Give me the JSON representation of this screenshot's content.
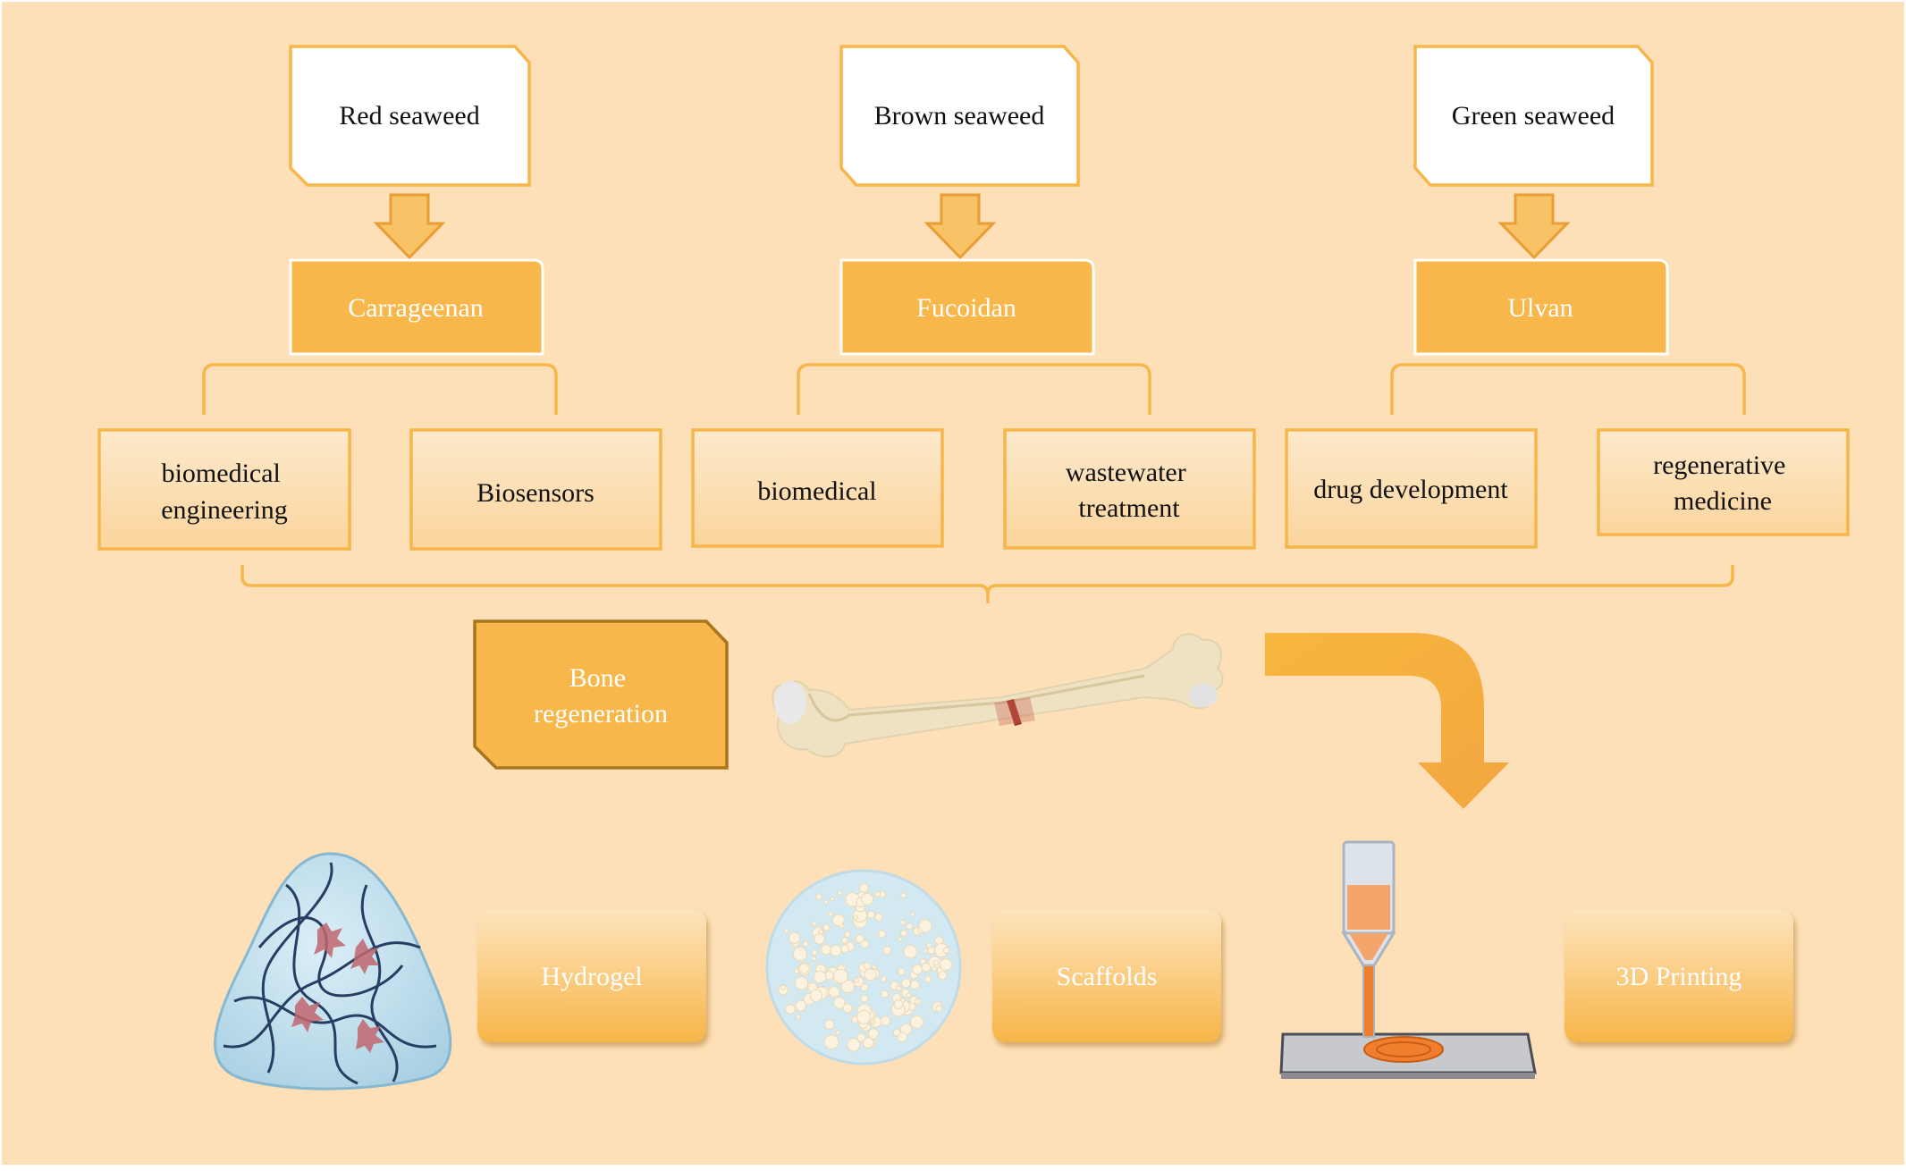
{
  "colors": {
    "background": "#fde0b8",
    "border": "#f6b64a",
    "box_fill": "#fce0b4",
    "box_grad_top": "#fde4bd",
    "box_grad_bottom": "#f8c466",
    "polysaccharide_fill": "#f8b74a",
    "white": "#ffffff",
    "text_dark": "#111111",
    "text_light": "#ffffff"
  },
  "sources": [
    {
      "label": "Red seaweed"
    },
    {
      "label": "Brown seaweed"
    },
    {
      "label": "Green seaweed"
    }
  ],
  "polysaccharides": [
    {
      "label": "Carrageenan"
    },
    {
      "label": "Fucoidan"
    },
    {
      "label": "Ulvan"
    }
  ],
  "applications": [
    {
      "lines": [
        "biomedical",
        "engineering"
      ]
    },
    {
      "lines": [
        "Biosensors"
      ]
    },
    {
      "lines": [
        "biomedical"
      ]
    },
    {
      "lines": [
        "wastewater",
        "treatment"
      ]
    },
    {
      "lines": [
        "drug development"
      ]
    },
    {
      "lines": [
        "regenerative",
        "medicine"
      ]
    }
  ],
  "focus": {
    "lines": [
      "Bone",
      "regeneration"
    ]
  },
  "techniques": [
    {
      "label": "Hydrogel",
      "icon": "hydrogel-icon"
    },
    {
      "label": "Scaffolds",
      "icon": "porous-scaffold-icon"
    },
    {
      "label": "3D Printing",
      "icon": "3d-printer-icon"
    }
  ]
}
